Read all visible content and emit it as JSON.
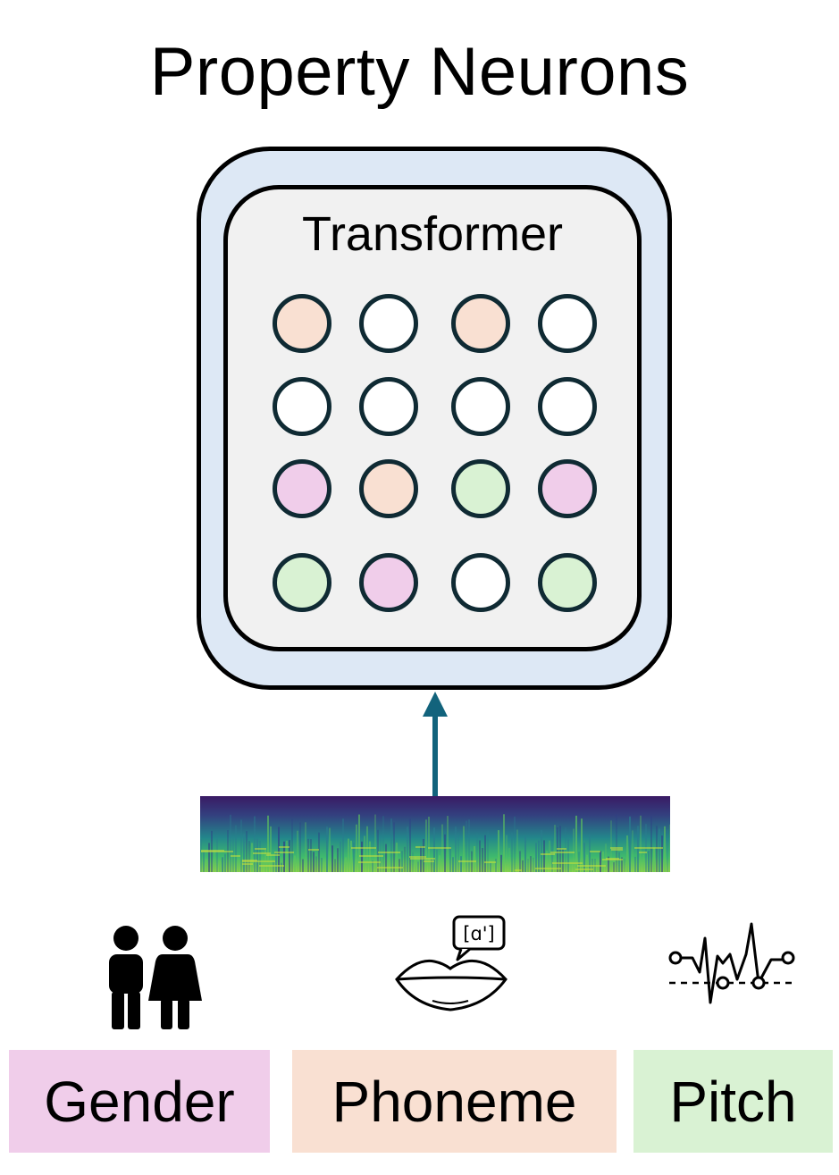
{
  "title": "Property Neurons",
  "model": {
    "label": "Transformer"
  },
  "neuron_grid": {
    "rows": [
      [
        "phoneme",
        "none",
        "phoneme",
        "none"
      ],
      [
        "none",
        "none",
        "none",
        "none"
      ],
      [
        "gender",
        "phoneme",
        "pitch",
        "gender"
      ],
      [
        "pitch",
        "gender",
        "none",
        "pitch"
      ]
    ]
  },
  "colors": {
    "gender": "#f0cdea",
    "phoneme": "#f9e0d2",
    "pitch": "#d9f2d3",
    "none": "#ffffff",
    "outer_box": "#dde8f5",
    "inner_box": "#f1f1f1",
    "arrow": "#12637c"
  },
  "input": {
    "name": "spectrogram"
  },
  "properties": [
    {
      "key": "gender",
      "label": "Gender",
      "icon": "people-icon"
    },
    {
      "key": "phoneme",
      "label": "Phoneme",
      "icon": "lips-phoneme-icon",
      "icon_text": "[ɑ']"
    },
    {
      "key": "pitch",
      "label": "Pitch",
      "icon": "pitch-wave-icon"
    }
  ]
}
